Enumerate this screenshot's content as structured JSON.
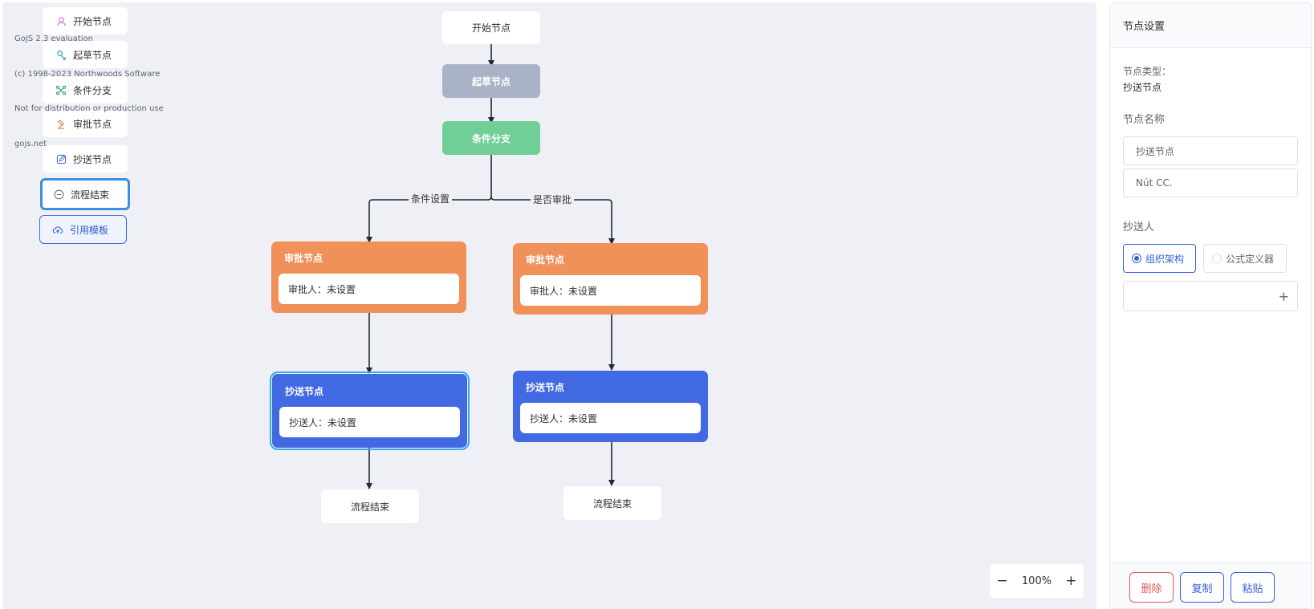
{
  "watermark": {
    "lines": [
      "GoJS 2.3 evaluation",
      "(c) 1998-2023 Northwoods Software",
      "Not for distribution or production use",
      "gojs.net"
    ]
  },
  "palette": {
    "items": [
      {
        "label": "开始节点",
        "icon": "user-icon",
        "color": "#d36fd6"
      },
      {
        "label": "起草节点",
        "icon": "draft-icon",
        "color": "#2a9fb8"
      },
      {
        "label": "条件分支",
        "icon": "branch-icon",
        "color": "#27a35a"
      },
      {
        "label": "审批节点",
        "icon": "stamp-icon",
        "color": "#e07a3c"
      },
      {
        "label": "抄送节点",
        "icon": "edit-icon",
        "color": "#3a5fd8"
      },
      {
        "label": "流程结束",
        "icon": "minus-circle-icon",
        "color": "#606266"
      }
    ],
    "template_label": "引用模板",
    "template_icon": "cloud-upload-icon"
  },
  "flow": {
    "start": "开始节点",
    "draft": "起草节点",
    "condition": "条件分支",
    "edge_left": "条件设置",
    "edge_right": "是否审批",
    "left_approve": {
      "title": "审批节点",
      "body": "审批人：未设置"
    },
    "right_approve": {
      "title": "审批节点",
      "body": "审批人：未设置"
    },
    "left_cc": {
      "title": "抄送节点",
      "body": "抄送人：未设置"
    },
    "right_cc": {
      "title": "抄送节点",
      "body": "抄送人：未设置"
    },
    "left_end": "流程结束",
    "right_end": "流程结束",
    "colors": {
      "approve": "#f0915a",
      "cc": "#4169e1",
      "condition": "#6fcf97",
      "draft": "#aab2c8"
    }
  },
  "zoom": {
    "minus": "−",
    "value": "100%",
    "plus": "+"
  },
  "panel": {
    "title": "节点设置",
    "type_label": "节点类型：",
    "type_value": "抄送节点",
    "name_label": "节点名称",
    "name_value": "抄送节点",
    "name_alt_value": "Nút CC.",
    "cc_label": "抄送人",
    "radio_org": "组织架构",
    "radio_formula": "公式定义器",
    "picker_icon": "+",
    "delete_label": "删除",
    "copy_label": "复制",
    "paste_label": "粘贴"
  }
}
